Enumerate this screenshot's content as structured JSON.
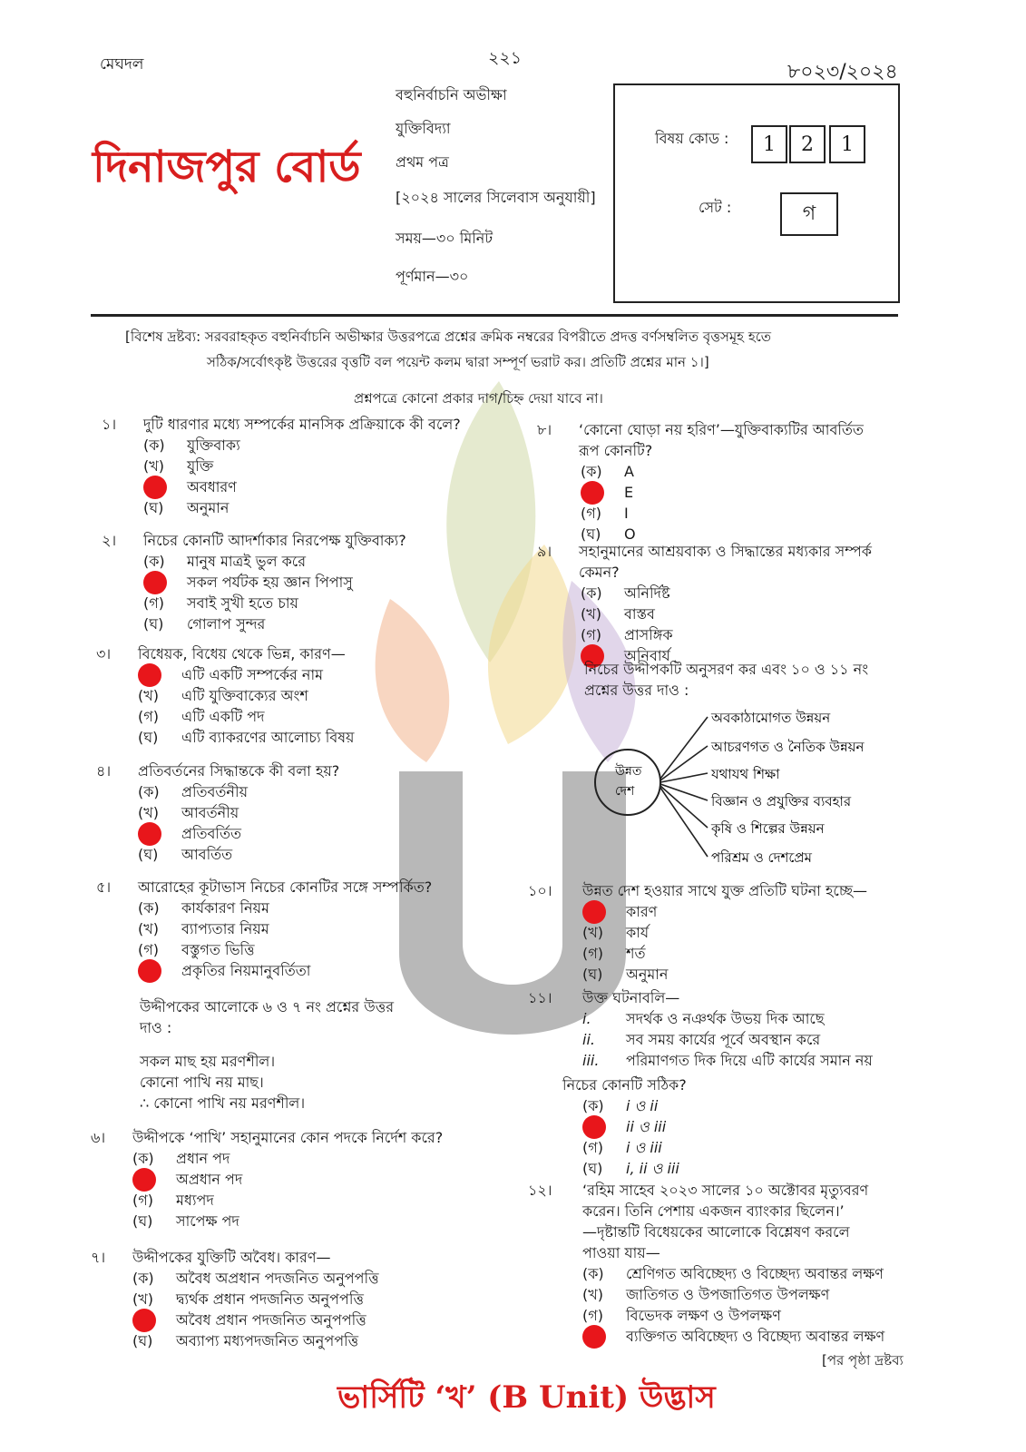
{
  "header": {
    "publisher": "মেঘদল",
    "page_number": "২২১",
    "serial": "৮০২৩/২০২৪",
    "board": "দিনাজপুর বোর্ড",
    "exam_type": "বহুনির্বাচনি অভীক্ষা",
    "subject": "যুক্তিবিদ্যা",
    "paper": "প্রথম পত্র",
    "syllabus": "[২০২৪ সালের সিলেবাস অনুযায়ী]",
    "time": "সময়—৩০ মিনিট",
    "marks": "পূর্ণমান—৩০",
    "subject_code_label": "বিষয় কোড :",
    "subject_code": [
      "1",
      "2",
      "1"
    ],
    "set_label": "সেট :",
    "set_value": "গ"
  },
  "instructions": {
    "line1": "[বিশেষ দ্রষ্টব্য: সরবরাহকৃত বহুনির্বাচনি অভীক্ষার উত্তরপত্রে প্রশ্নের ক্রমিক নম্বরের বিপরীতে প্রদত্ত বর্ণসম্বলিত বৃত্তসমূহ হতে",
    "line2": "সঠিক/সর্বোৎকৃষ্ট উত্তরের বৃত্তটি বল পয়েন্ট কলম দ্বারা সম্পূর্ণ ভরাট কর। প্রতিটি প্রশ্নের মান ১।]",
    "line3": "প্রশ্নপত্রে কোনো প্রকার দাগ/চিহ্ন দেয়া যাবে না।"
  },
  "questions": {
    "q1": {
      "num": "১।",
      "text": "দুটি ধারণার মধ্যে সম্পর্কের মানসিক প্রক্রিয়াকে কী বলে?",
      "options": [
        [
          "(ক)",
          "যুক্তিবাক্য",
          false
        ],
        [
          "(খ)",
          "যুক্তি",
          false
        ],
        [
          "(গ)",
          "অবধারণ",
          true
        ],
        [
          "(ঘ)",
          "অনুমান",
          false
        ]
      ]
    },
    "q2": {
      "num": "২।",
      "text": "নিচের কোনটি আদর্শাকার নিরপেক্ষ যুক্তিবাক্য?",
      "options": [
        [
          "(ক)",
          "মানুষ মাত্রই ভুল করে",
          false
        ],
        [
          "(খ)",
          "সকল পর্যটক হয় জ্ঞান পিপাসু",
          true
        ],
        [
          "(গ)",
          "সবাই সুখী হতে চায়",
          false
        ],
        [
          "(ঘ)",
          "গোলাপ সুন্দর",
          false
        ]
      ]
    },
    "q3": {
      "num": "৩।",
      "text": "বিধেয়ক, বিধেয় থেকে ভিন্ন, কারণ—",
      "options": [
        [
          "(ক)",
          "এটি একটি সম্পর্কের নাম",
          true
        ],
        [
          "(খ)",
          "এটি যুক্তিবাক্যের অংশ",
          false
        ],
        [
          "(গ)",
          "এটি একটি পদ",
          false
        ],
        [
          "(ঘ)",
          "এটি ব্যাকরণের আলোচ্য বিষয়",
          false
        ]
      ]
    },
    "q4": {
      "num": "৪।",
      "text": "প্রতিবর্তনের সিদ্ধান্তকে কী বলা হয়?",
      "options": [
        [
          "(ক)",
          "প্রতিবর্তনীয়",
          false
        ],
        [
          "(খ)",
          "আবর্তনীয়",
          false
        ],
        [
          "(গ)",
          "প্রতিবর্তিত",
          true
        ],
        [
          "(ঘ)",
          "আবর্তিত",
          false
        ]
      ]
    },
    "q5": {
      "num": "৫।",
      "text": "আরোহের কূটাভাস নিচের কোনটির সঙ্গে সম্পর্কিত?",
      "options": [
        [
          "(ক)",
          "কার্যকারণ নিয়ম",
          false
        ],
        [
          "(খ)",
          "ব্যাপ্যতার নিয়ম",
          false
        ],
        [
          "(গ)",
          "বস্তুগত ভিত্তি",
          false
        ],
        [
          "(ঘ)",
          "প্রকৃতির নিয়মানুবর্তিতা",
          true
        ]
      ]
    },
    "stem67": {
      "line1": "উদ্দীপকের আলোকে ৬ ও ৭ নং প্রশ্নের উত্তর",
      "line2": "দাও :",
      "s1": "সকল মাছ হয় মরণশীল।",
      "s2": "কোনো পাখি নয় মাছ।",
      "s3": "∴ কোনো পাখি নয় মরণশীল।"
    },
    "q6": {
      "num": "৬।",
      "text": "উদ্দীপকে ‘পাখি’ সহানুমানের কোন পদকে নির্দেশ করে?",
      "options": [
        [
          "(ক)",
          "প্রধান পদ",
          false
        ],
        [
          "(খ)",
          "অপ্রধান পদ",
          true
        ],
        [
          "(গ)",
          "মধ্যপদ",
          false
        ],
        [
          "(ঘ)",
          "সাপেক্ষ পদ",
          false
        ]
      ]
    },
    "q7": {
      "num": "৭।",
      "text": "উদ্দীপকের যুক্তিটি অবৈধ। কারণ—",
      "options": [
        [
          "(ক)",
          "অবৈধ অপ্রধান পদজনিত অনুপপত্তি",
          false
        ],
        [
          "(খ)",
          "দ্ব্যর্থক প্রধান পদজনিত অনুপপত্তি",
          false
        ],
        [
          "(গ)",
          "অবৈধ প্রধান পদজনিত অনুপপত্তি",
          true
        ],
        [
          "(ঘ)",
          "অব্যাপ্য মধ্যপদজনিত অনুপপত্তি",
          false
        ]
      ]
    },
    "q8": {
      "num": "৮।",
      "text1": "‘কোনো ঘোড়া নয় হরিণ’—যুক্তিবাক্যটির আবর্তিত",
      "text2": "রূপ কোনটি?",
      "options": [
        [
          "(ক)",
          "A",
          false
        ],
        [
          "(খ)",
          "E",
          true
        ],
        [
          "(গ)",
          "I",
          false
        ],
        [
          "(ঘ)",
          "O",
          false
        ]
      ]
    },
    "q9": {
      "num": "৯।",
      "text1": "সহানুমানের আশ্রয়বাক্য ও সিদ্ধান্তের মধ্যকার সম্পর্ক",
      "text2": "কেমন?",
      "options": [
        [
          "(ক)",
          "অনির্দিষ্ট",
          false
        ],
        [
          "(খ)",
          "বাস্তব",
          false
        ],
        [
          "(গ)",
          "প্রাসঙ্গিক",
          false
        ],
        [
          "(ঘ)",
          "অনিবার্য",
          true
        ]
      ]
    },
    "stem1011": {
      "line1": "নিচের উদ্দীপকটি অনুসরণ কর এবং ১০ ও ১১ নং",
      "line2": "প্রশ্নের উত্তর দাও :"
    },
    "diagram": {
      "center1": "উন্নত",
      "center2": "দেশ",
      "branches": [
        "অবকাঠামোগত উন্নয়ন",
        "আচরণগত ও নৈতিক উন্নয়ন",
        "যথাযথ শিক্ষা",
        "বিজ্ঞান ও প্রযুক্তির ব্যবহার",
        "কৃষি ও শিল্পের উন্নয়ন",
        "পরিশ্রম ও দেশপ্রেম"
      ]
    },
    "q10": {
      "num": "১০।",
      "text": "উন্নত দেশ হওয়ার সাথে যুক্ত প্রতিটি ঘটনা হচ্ছে—",
      "options": [
        [
          "(ক)",
          "কারণ",
          true
        ],
        [
          "(খ)",
          "কার্য",
          false
        ],
        [
          "(গ)",
          "শর্ত",
          false
        ],
        [
          "(ঘ)",
          "অনুমান",
          false
        ]
      ]
    },
    "q11": {
      "num": "১১।",
      "text": "উক্ত ঘটনাবলি—",
      "items": [
        [
          "i.",
          "সদর্থক ও নঞর্থক উভয় দিক আছে"
        ],
        [
          "ii.",
          "সব সময় কার্যের পূর্বে অবস্থান করে"
        ],
        [
          "iii.",
          "পরিমাণগত দিক দিয়ে এটি কার্যের সমান নয়"
        ]
      ],
      "prompt": "নিচের কোনটি সঠিক?",
      "options": [
        [
          "(ক)",
          "i ও ii",
          false
        ],
        [
          "(খ)",
          "ii ও iii",
          true
        ],
        [
          "(গ)",
          "i ও iii",
          false
        ],
        [
          "(ঘ)",
          "i, ii ও iii",
          false
        ]
      ]
    },
    "q12": {
      "num": "১২।",
      "text1": "‘রহিম সাহেব ২০২৩ সালের ১০ অক্টোবর মৃত্যুবরণ",
      "text2": "করেন। তিনি পেশায় একজন ব্যাংকার ছিলেন।’",
      "text3": "—দৃষ্টান্তটি বিধেয়কের আলোকে বিশ্লেষণ করলে",
      "text4": "পাওয়া যায়—",
      "options": [
        [
          "(ক)",
          "শ্রেণিগত অবিচ্ছেদ্য ও বিচ্ছেদ্য অবান্তর লক্ষণ",
          false
        ],
        [
          "(খ)",
          "জাতিগত ও উপজাতিগত উপলক্ষণ",
          false
        ],
        [
          "(গ)",
          "বিভেদক লক্ষণ ও উপলক্ষণ",
          false
        ],
        [
          "(ঘ)",
          "ব্যক্তিগত অবিচ্ছেদ্য ও বিচ্ছেদ্য অবান্তর লক্ষণ",
          true
        ]
      ]
    }
  },
  "page_turn": "[পর পৃষ্ঠা দ্রষ্টব্য",
  "footer": "ভার্সিটি ‘খ’ (B Unit) উদ্ভাস",
  "colors": {
    "accent_red": "#d81e1e",
    "answer_dot": "#e8161b",
    "watermark_gray": "#9a9a9a"
  }
}
